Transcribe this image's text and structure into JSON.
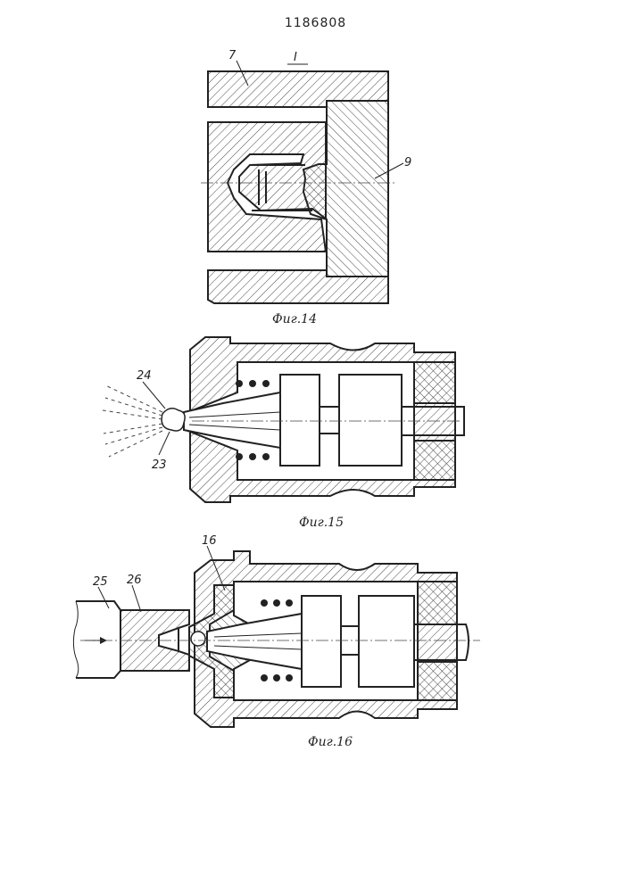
{
  "patent_number": "1186808",
  "figures": {
    "fig14": {
      "view_label": "I",
      "caption": "Фиг.14",
      "labels": {
        "part_7": "7",
        "part_9": "9"
      }
    },
    "fig15": {
      "caption": "Фиг.15",
      "labels": {
        "part_24": "24",
        "part_23": "23"
      }
    },
    "fig16": {
      "caption": "Фиг.16",
      "labels": {
        "part_16": "16",
        "part_25": "25",
        "part_26": "26"
      }
    }
  },
  "colors": {
    "line": "#222222",
    "background": "#ffffff"
  }
}
